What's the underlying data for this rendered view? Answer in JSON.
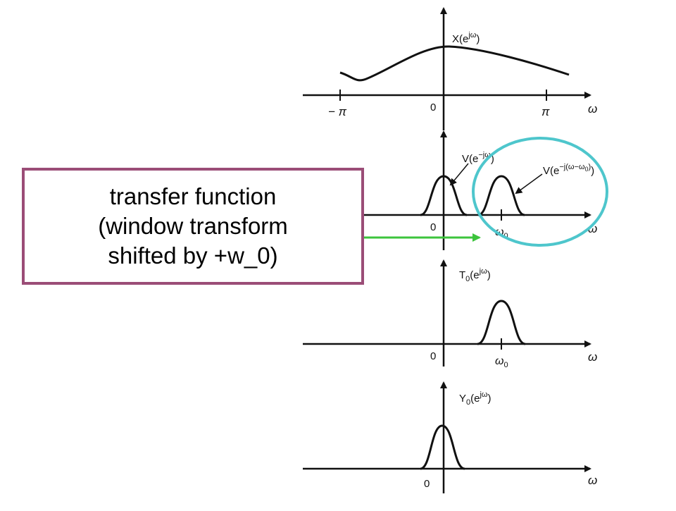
{
  "colors": {
    "callout_border": "#9b4d77",
    "arrow": "#3cc43c",
    "ellipse": "#4ec6cc",
    "ink": "#111111"
  },
  "callout": {
    "line1": "transfer function",
    "line2": "(window transform",
    "line3": "shifted by +w_0)"
  },
  "panels": {
    "p1": {
      "label_main": "X(e",
      "label_sup": "jω",
      "label_close": ")",
      "tick_neg_pi": "− π",
      "tick_zero": "0",
      "tick_pi": "π",
      "axis": "ω"
    },
    "p2": {
      "label_a_main": "V(e",
      "label_a_sup": "−jω",
      "label_a_close": ")",
      "label_b_main": "V(e",
      "label_b_sup": "−j(ω−ω",
      "label_b_sub": "0",
      "label_b_sup_close": ")",
      "label_b_close": ")",
      "tick_zero": "0",
      "tick_w0_main": "ω",
      "tick_w0_sub": "0",
      "axis": "ω"
    },
    "p3": {
      "label_main": "T",
      "label_sub": "0",
      "label_open": "(e",
      "label_sup": "jω",
      "label_close": ")",
      "tick_zero": "0",
      "tick_w0_main": "ω",
      "tick_w0_sub": "0",
      "axis": "ω"
    },
    "p4": {
      "label_main": "Y",
      "label_sub": "0",
      "label_open": "(e",
      "label_sup": "jω",
      "label_close": ")",
      "tick_zero": "0",
      "axis": "ω"
    }
  }
}
